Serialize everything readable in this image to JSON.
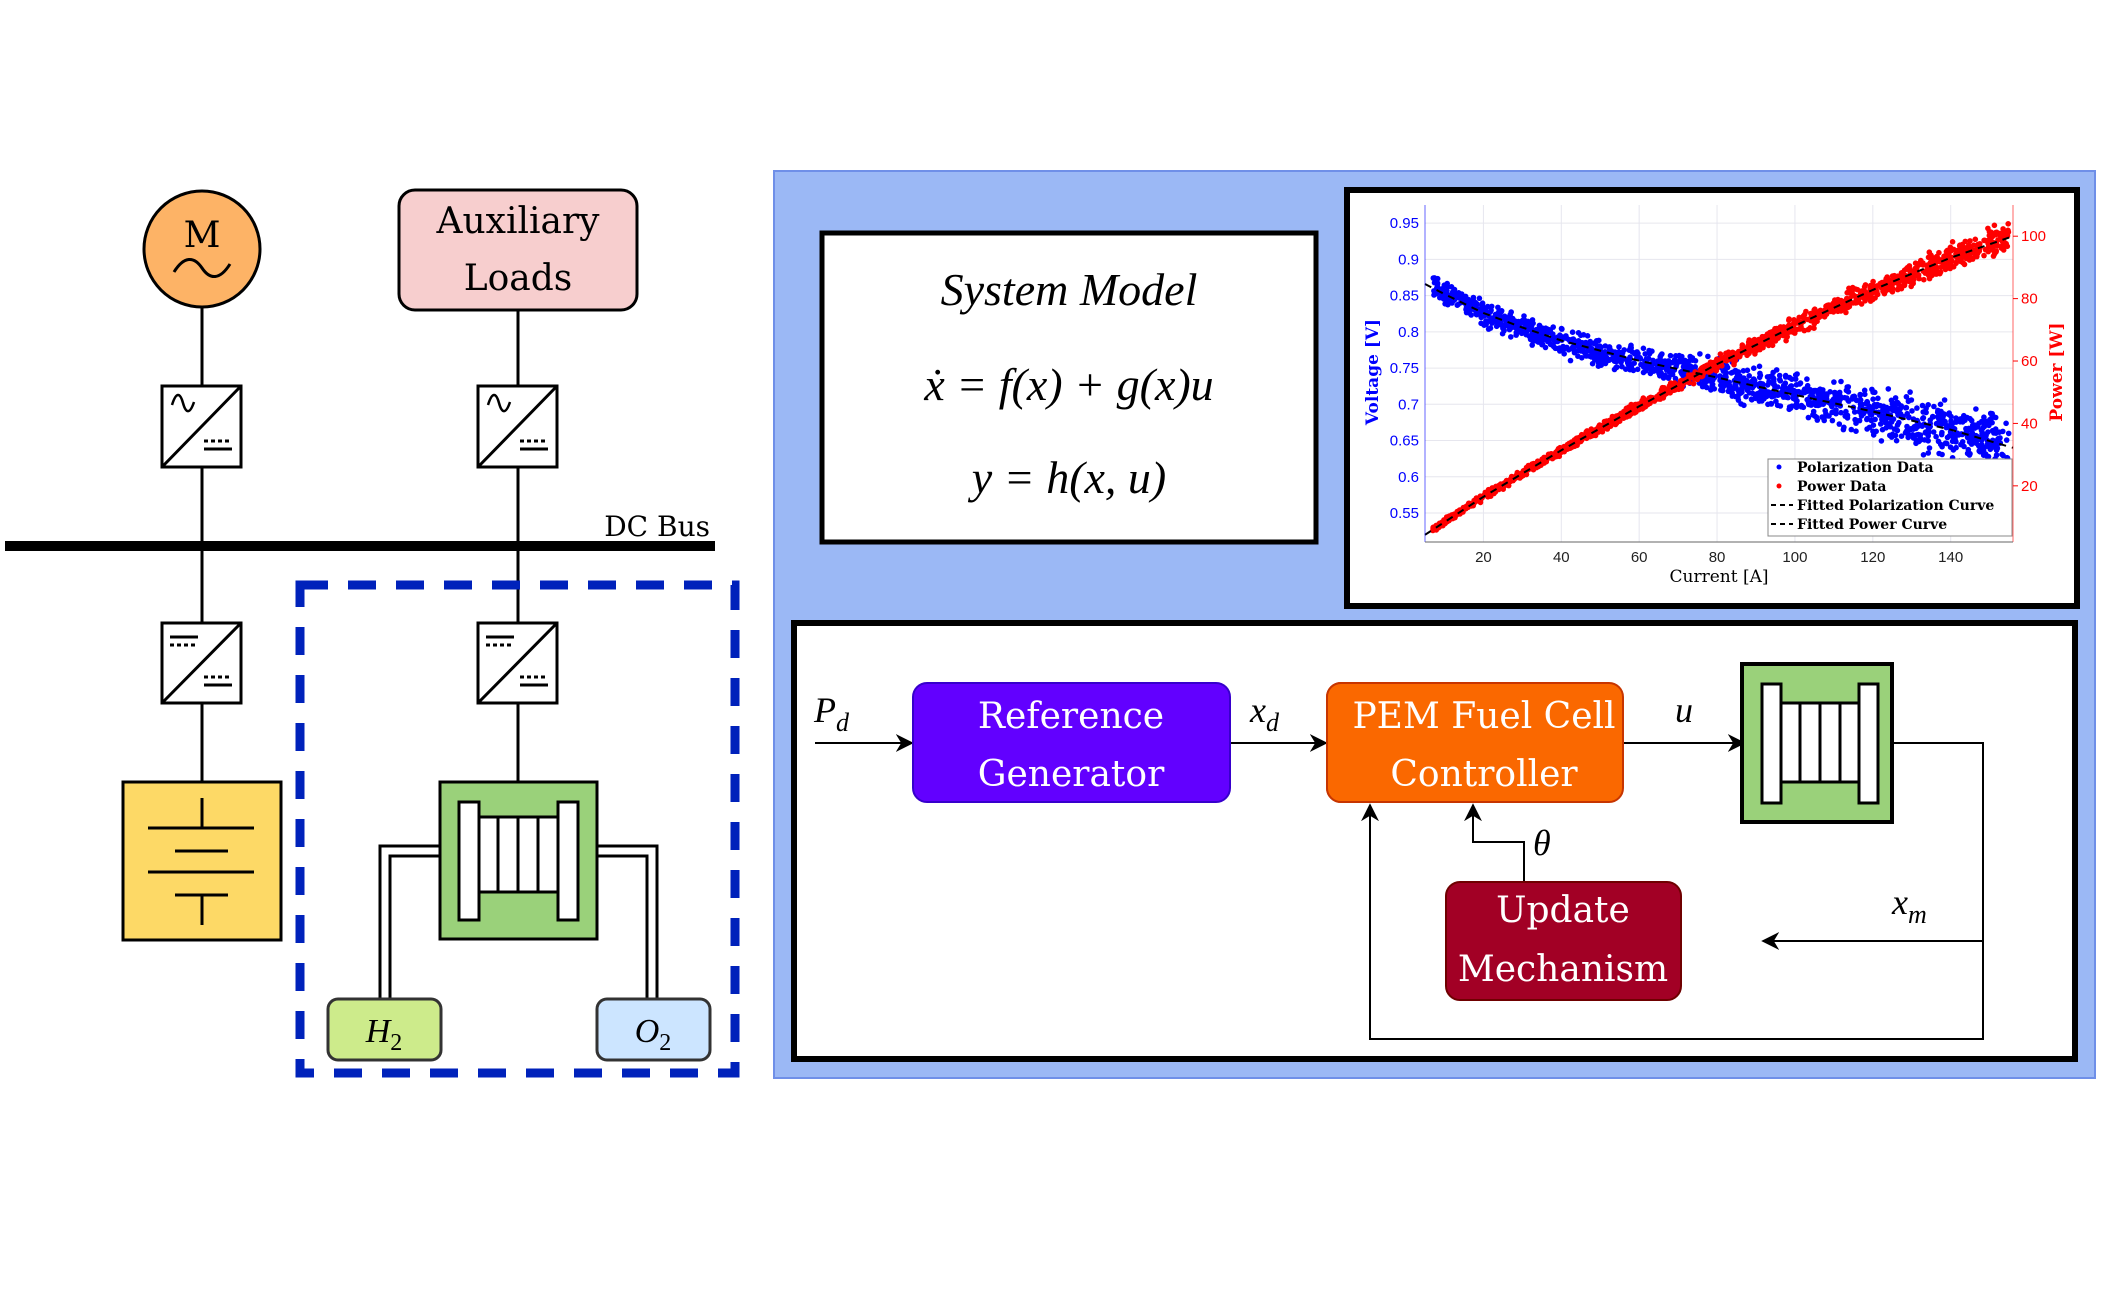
{
  "power_system": {
    "motor": {
      "label": "M",
      "symbol": "ac-sine",
      "color": "#FDB366"
    },
    "aux_loads": {
      "line1": "Auxiliary",
      "line2": "Loads",
      "color": "#F7CECE"
    },
    "bus_label": "DC Bus",
    "battery": {
      "color": "#FDD966"
    },
    "fuel_cell": {
      "color": "#9AD17A"
    },
    "h2_tank": {
      "label": "H",
      "sub": "2",
      "color": "#CDEB8B"
    },
    "o2_tank": {
      "label": "O",
      "sub": "2",
      "color": "#CCE5FF"
    },
    "dashed_group_color": "#0022BB"
  },
  "panel": {
    "background": "#9BB8F5",
    "border": "#6F8FE8"
  },
  "system_model": {
    "title": "System Model",
    "eq1": "ẋ = f(x) + g(x)u",
    "eq2": "y = h(x, u)"
  },
  "block_diagram": {
    "input_label": "P",
    "input_sub": "d",
    "reference_generator": {
      "line1": "Reference",
      "line2": "Generator",
      "color": "#6200FF"
    },
    "xd_label": "x",
    "xd_sub": "d",
    "controller": {
      "line1": "PEM Fuel Cell",
      "line2": "Controller",
      "color": "#FA6800"
    },
    "u_label": "u",
    "theta_label": "θ",
    "update_mechanism": {
      "line1": "Update",
      "line2": "Mechanism",
      "color": "#A20025"
    },
    "xm_label": "x",
    "xm_sub": "m"
  },
  "chart_data": {
    "type": "scatter",
    "title": "",
    "xlabel": "Current [A]",
    "ylabel": "Voltage [V]",
    "y2label": "Power [W]",
    "xlim": [
      5,
      156
    ],
    "ylim": [
      0.51,
      0.975
    ],
    "y2lim": [
      2,
      110
    ],
    "xticks": [
      20,
      40,
      60,
      80,
      100,
      120,
      140
    ],
    "yticks": [
      0.55,
      0.6,
      0.65,
      0.7,
      0.75,
      0.8,
      0.85,
      0.9,
      0.95
    ],
    "y2ticks": [
      20,
      40,
      60,
      80,
      100
    ],
    "ytick_labels": [
      "0.55",
      "0.6",
      "0.65",
      "0.7",
      "0.75",
      "0.8",
      "0.85",
      "0.9",
      "0.95"
    ],
    "grid": true,
    "legend_position": "bottom-right",
    "legend": [
      "Polarization Data",
      "Power Data",
      "Fitted Polarization Curve",
      "Fitted Power Curve"
    ],
    "series": [
      {
        "name": "Polarization Data",
        "axis": "left",
        "color": "#0000FF",
        "style": "scatter-band",
        "x": [
          7,
          10,
          15,
          20,
          30,
          40,
          50,
          60,
          70,
          80,
          90,
          100,
          110,
          120,
          130,
          140,
          150,
          155
        ],
        "y": [
          0.865,
          0.855,
          0.84,
          0.825,
          0.805,
          0.785,
          0.77,
          0.758,
          0.748,
          0.738,
          0.725,
          0.713,
          0.701,
          0.69,
          0.678,
          0.665,
          0.652,
          0.645
        ],
        "spread": [
          0.014,
          0.014,
          0.014,
          0.015,
          0.015,
          0.016,
          0.016,
          0.017,
          0.018,
          0.02,
          0.022,
          0.024,
          0.026,
          0.028,
          0.03,
          0.032,
          0.034,
          0.035
        ]
      },
      {
        "name": "Power Data",
        "axis": "right",
        "color": "#FF0000",
        "style": "scatter-band",
        "x": [
          7,
          20,
          40,
          60,
          70,
          80,
          100,
          120,
          140,
          155
        ],
        "y": [
          6.0,
          16.5,
          31.4,
          45.5,
          52.4,
          59.0,
          71.3,
          82.8,
          93.1,
          100.0
        ],
        "spread": [
          0.8,
          1.0,
          1.2,
          1.4,
          1.6,
          1.9,
          2.4,
          3.0,
          3.6,
          4.0
        ]
      },
      {
        "name": "Fitted Polarization Curve",
        "axis": "left",
        "color": "#000000",
        "style": "dashed",
        "x": [
          5,
          10,
          20,
          30,
          40,
          60,
          80,
          100,
          120,
          140,
          156
        ],
        "y": [
          0.866,
          0.852,
          0.826,
          0.806,
          0.788,
          0.76,
          0.737,
          0.713,
          0.69,
          0.665,
          0.64
        ]
      },
      {
        "name": "Fitted Power Curve",
        "axis": "right",
        "color": "#000000",
        "style": "dashed",
        "x": [
          5,
          20,
          40,
          60,
          80,
          100,
          120,
          140,
          156
        ],
        "y": [
          4.3,
          16.5,
          31.4,
          45.5,
          59.0,
          71.3,
          82.8,
          93.1,
          100.0
        ]
      }
    ]
  }
}
